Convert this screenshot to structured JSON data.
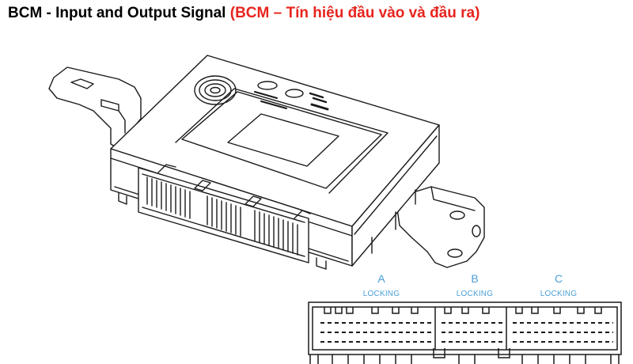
{
  "title": {
    "main": "BCM - Input and Output Signal",
    "translation": "(BCM – Tín hiệu đầu vào và đầu ra)"
  },
  "connectors": [
    {
      "letter": "A",
      "locking": "LOCKING"
    },
    {
      "letter": "B",
      "locking": "LOCKING"
    },
    {
      "letter": "C",
      "locking": "LOCKING"
    }
  ],
  "colors": {
    "title": "#000000",
    "translation": "#e8241e",
    "connector_labels": "#4a9fd8",
    "line_art": "#1a1a1a"
  }
}
